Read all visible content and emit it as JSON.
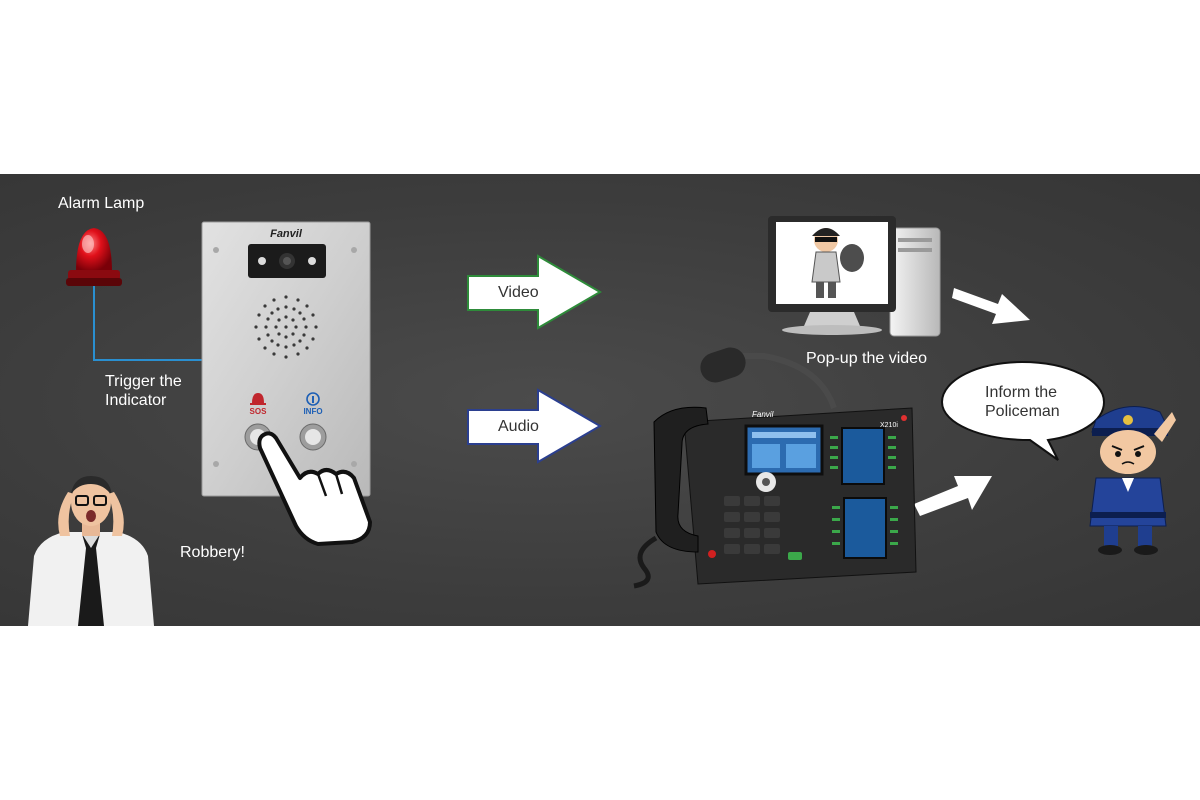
{
  "labels": {
    "alarm_lamp": "Alarm Lamp",
    "trigger_line1": "Trigger the",
    "trigger_line2": "Indicator",
    "robbery": "Robbery!",
    "popup_video": "Pop-up the video",
    "video_arrow": "Video",
    "audio_arrow": "Audio",
    "inform_line1": "Inform the",
    "inform_line2": "Policeman"
  },
  "intercom": {
    "brand": "Fanvil",
    "sos_label": "SOS",
    "info_label": "INFO"
  },
  "phone": {
    "brand": "Fanvil",
    "model": "X210i"
  },
  "colors": {
    "background": "#3f3f3f",
    "video_arrow_border": "#2e8b3a",
    "audio_arrow_border": "#2b3f8f",
    "wire": "#2a8fd0",
    "lamp_red": "#e0101a",
    "sos_red": "#c0262d",
    "info_blue": "#1d5fb5"
  }
}
